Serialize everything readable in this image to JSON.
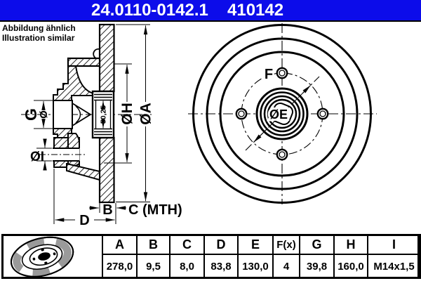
{
  "header": {
    "part_number": "24.0110-0142.1",
    "reference_number": "410142"
  },
  "note": {
    "line1": "Abbildung ähnlich",
    "line2": "Illustration similar"
  },
  "colors": {
    "header_blue": "#0c0cea",
    "drawing_black": "#000000",
    "icon_sector_gray": "#9a9a9a"
  },
  "section_view": {
    "bore_diameter": "50,25",
    "labels": {
      "g": "G",
      "g_symbol": "Ø",
      "hub_hole": "ØI",
      "hat_diameter": "ØH",
      "outer_diameter": "ØA",
      "thickness": "B",
      "min_thickness": "C (MTH)",
      "offset": "D"
    }
  },
  "front_view": {
    "labels": {
      "bolt_holes": "F",
      "bolt_circle": "ØE"
    }
  },
  "table": {
    "columns": [
      {
        "label": "A",
        "value": "278,0"
      },
      {
        "label": "B",
        "value": "9,5"
      },
      {
        "label": "C",
        "value": "8,0"
      },
      {
        "label": "D",
        "value": "83,8"
      },
      {
        "label": "E",
        "value": "130,0"
      },
      {
        "label": "F(x)",
        "value": "4"
      },
      {
        "label": "G",
        "value": "39,8"
      },
      {
        "label": "H",
        "value": "160,0"
      },
      {
        "label": "I",
        "value": "M14x1,5"
      }
    ]
  }
}
